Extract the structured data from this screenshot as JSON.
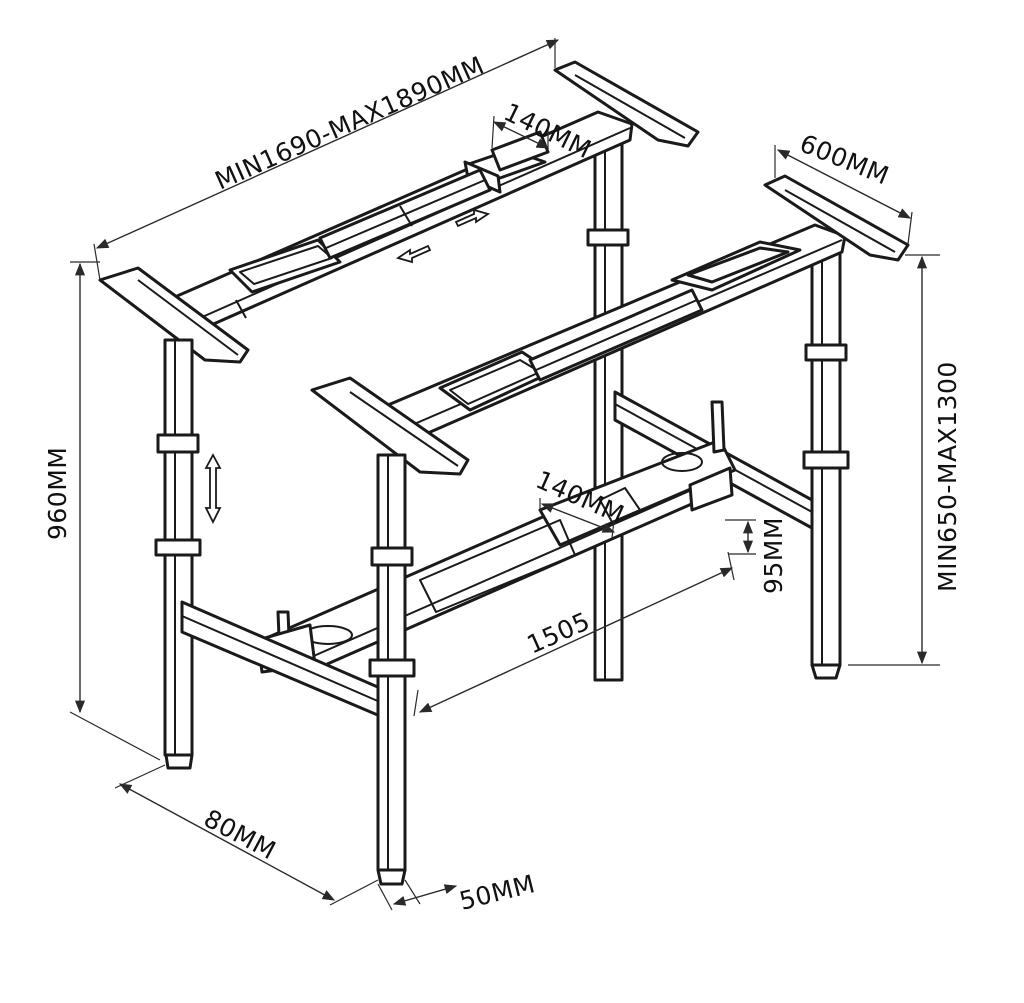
{
  "dimensions": {
    "width_range": "MIN1690-MAX1890MM",
    "top_sleeve": "140MM",
    "depth": "600MM",
    "height_range": "MIN650-MAX1300",
    "leg_height": "960MM",
    "lower_sleeve": "140MM",
    "crossbar_height": "95MM",
    "crossbar_length": "1505",
    "foot_depth": "80MM",
    "foot_width": "50MM"
  }
}
